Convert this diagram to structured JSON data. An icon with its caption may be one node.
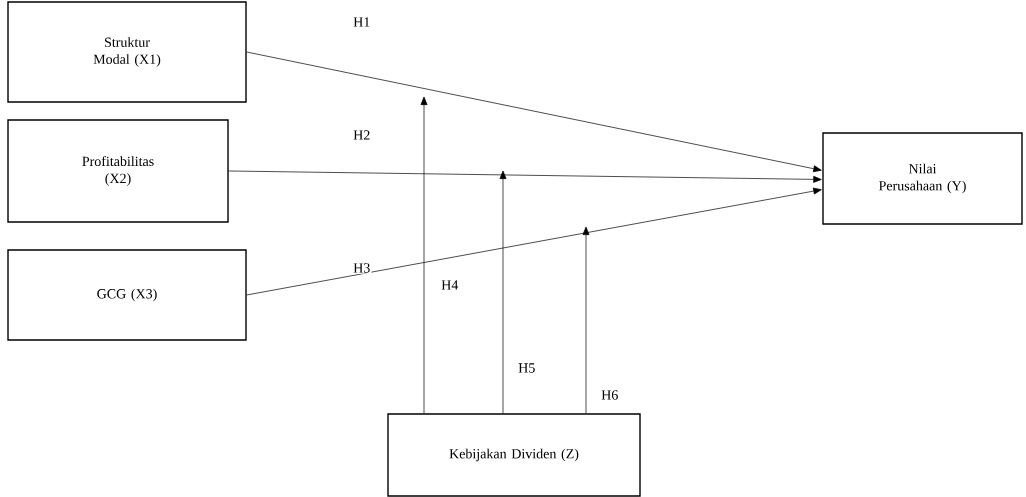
{
  "diagram": {
    "nodes": [
      {
        "text": [
          "Struktur Modal (X1)"
        ]
      },
      {
        "text": [
          "Profitabilitas (X2)"
        ]
      },
      {
        "text": [
          "GCG (X3)"
        ]
      },
      {
        "text": [
          "Nilai Perusahaan (Y)"
        ]
      },
      {
        "text": [
          "Kebijakan Dividen (Z)"
        ]
      }
    ],
    "edges": [
      {
        "from": 0,
        "to": 3,
        "arrow": "to",
        "label": "H1"
      },
      {
        "from": 1,
        "to": 3,
        "arrow": "to",
        "label": "H2"
      },
      {
        "from": 2,
        "to": 3,
        "arrow": "to",
        "label": "H3"
      },
      {
        "from": 4,
        "to": null,
        "arrow": "to",
        "label": "H4"
      },
      {
        "from": 4,
        "to": null,
        "arrow": "to",
        "label": "H5"
      },
      {
        "from": 4,
        "to": null,
        "arrow": "to",
        "label": "H6"
      }
    ]
  }
}
